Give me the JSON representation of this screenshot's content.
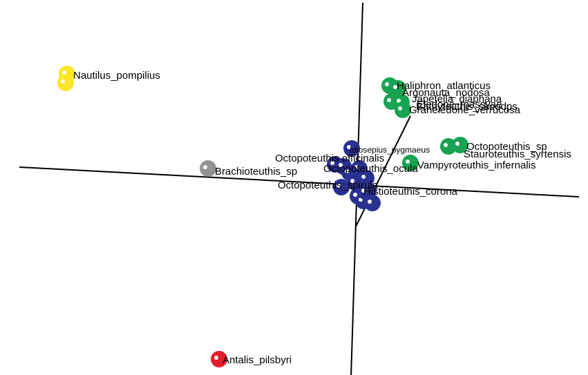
{
  "chart_data": {
    "type": "scatter",
    "title": "",
    "grid": false,
    "legend": "none",
    "x_range": [
      -430,
      400
    ],
    "y_range": [
      -290,
      250
    ],
    "axes": [
      {
        "name": "horizontal-axis",
        "from": [
          -450,
          8
        ],
        "to": [
          360,
          -35
        ]
      },
      {
        "name": "vertical-axis",
        "from": [
          47,
          246
        ],
        "to": [
          30,
          -296
        ]
      },
      {
        "name": "minor-axis",
        "from": [
          116,
          82
        ],
        "to": [
          37,
          -78
        ]
      }
    ],
    "colors": {
      "yellow": "#fbe627",
      "grey": "#939393",
      "green": "#17a352",
      "navy": "#2b3191",
      "red": "#e11e2a"
    },
    "points": [
      {
        "x": -381,
        "y": 143,
        "color": "yellow"
      },
      {
        "x": -383,
        "y": 130,
        "color": "yellow"
      },
      {
        "x": -177,
        "y": 6,
        "color": "grey"
      },
      {
        "x": -161,
        "y": -270,
        "color": "red"
      },
      {
        "x": 86,
        "y": 126,
        "color": "green"
      },
      {
        "x": 98,
        "y": 122,
        "color": "green"
      },
      {
        "x": 89,
        "y": 103,
        "color": "green"
      },
      {
        "x": 103,
        "y": 102,
        "color": "green"
      },
      {
        "x": 105,
        "y": 91,
        "color": "green"
      },
      {
        "x": 171,
        "y": 38,
        "color": "green"
      },
      {
        "x": 188,
        "y": 40,
        "color": "green"
      },
      {
        "x": 116,
        "y": 14,
        "color": "green"
      },
      {
        "x": 31,
        "y": 35,
        "color": "navy"
      },
      {
        "x": 7,
        "y": 12,
        "color": "navy"
      },
      {
        "x": 19,
        "y": 9,
        "color": "navy"
      },
      {
        "x": 42,
        "y": 6,
        "color": "navy"
      },
      {
        "x": 28,
        "y": 0,
        "color": "navy"
      },
      {
        "x": 52,
        "y": -8,
        "color": "navy"
      },
      {
        "x": 36,
        "y": -14,
        "color": "navy"
      },
      {
        "x": 16,
        "y": -21,
        "color": "navy"
      },
      {
        "x": 55,
        "y": -26,
        "color": "navy"
      },
      {
        "x": 40,
        "y": -34,
        "color": "navy"
      },
      {
        "x": 48,
        "y": -41,
        "color": "navy"
      },
      {
        "x": 61,
        "y": -44,
        "color": "navy"
      },
      {
        "x": 52,
        "y": -28,
        "color": "navy"
      }
    ],
    "labels": [
      {
        "text": "Nautilus_pompilius",
        "x": -372,
        "y": 141,
        "size": "normal"
      },
      {
        "text": "Brachioteuthis_sp",
        "x": -167,
        "y": 2,
        "size": "normal"
      },
      {
        "text": "Antalis_pilsbyri",
        "x": -156,
        "y": -271,
        "size": "normal"
      },
      {
        "text": "Haliphron_atlanticus",
        "x": 96,
        "y": 126,
        "size": "normal"
      },
      {
        "text": "Argonauta_nodosa",
        "x": 104,
        "y": 116,
        "size": "normal"
      },
      {
        "text": "Japetella_diaphana",
        "x": 118,
        "y": 107,
        "size": "normal"
      },
      {
        "text": "Eledone_massyae",
        "x": 125,
        "y": 99,
        "size": "normal"
      },
      {
        "text": "Bathyteuthis_skoodps",
        "x": 124,
        "y": 96,
        "size": "normal"
      },
      {
        "text": "Graneledone_verrucosa",
        "x": 114,
        "y": 91,
        "size": "normal"
      },
      {
        "text": "Idiosepius_pygmaeus",
        "x": 28,
        "y": 34,
        "size": "small"
      },
      {
        "text": "Octopoteuthis_sp",
        "x": 197,
        "y": 38,
        "size": "normal"
      },
      {
        "text": "Stauroteuthis_syrtensis",
        "x": 193,
        "y": 27,
        "size": "normal"
      },
      {
        "text": "Vampyroteuthis_infernalis",
        "x": 126,
        "y": 11,
        "size": "normal"
      },
      {
        "text": "Octopoteuthis officinalis",
        "x": -80,
        "y": 21,
        "size": "normal"
      },
      {
        "text": "Octopoteuthis_ocula",
        "x": -10,
        "y": 6,
        "size": "normal"
      },
      {
        "text": "Octopoteuthis_spirula",
        "x": -76,
        "y": -18,
        "size": "normal"
      },
      {
        "text": "Histioteuthis_corona",
        "x": 48,
        "y": -27,
        "size": "normal"
      }
    ]
  }
}
